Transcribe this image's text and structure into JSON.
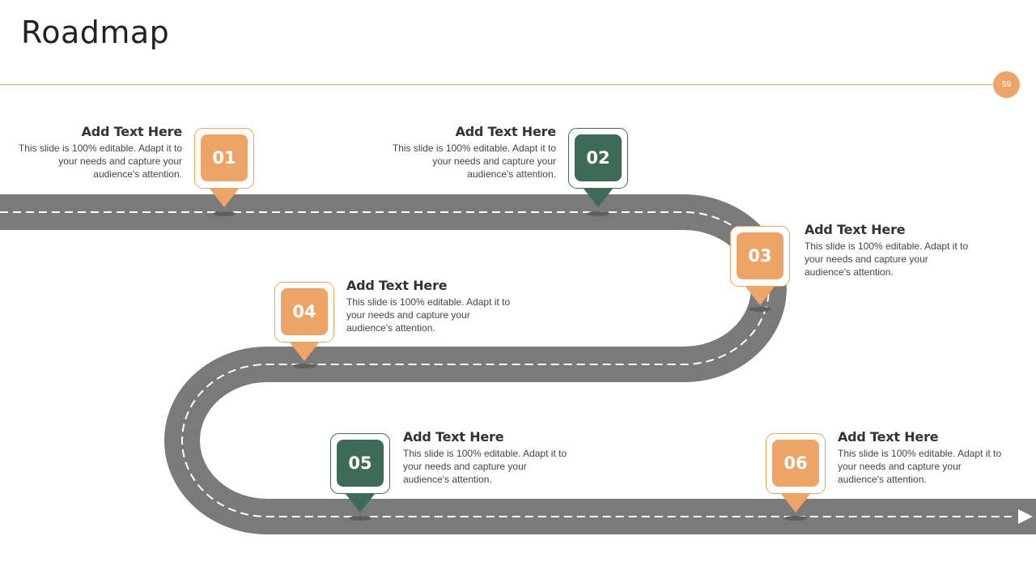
{
  "slide": {
    "title": "Roadmap",
    "page_number": "59"
  },
  "colors": {
    "orange": "#eda467",
    "green": "#3e6b58",
    "road": "#7a7a7a",
    "accent_line": "#e0a46a"
  },
  "milestones": [
    {
      "number": "01",
      "heading": "Add Text Here",
      "body": "This slide is 100% editable. Adapt it to your needs and capture your audience's attention.",
      "color": "orange"
    },
    {
      "number": "02",
      "heading": "Add Text Here",
      "body": "This slide is 100% editable. Adapt it to your needs and capture your audience's attention.",
      "color": "green"
    },
    {
      "number": "03",
      "heading": "Add Text Here",
      "body": "This slide is 100% editable. Adapt it to your needs and capture your audience's attention.",
      "color": "orange"
    },
    {
      "number": "04",
      "heading": "Add Text Here",
      "body": "This slide is 100% editable. Adapt it to your needs and capture your audience's attention.",
      "color": "orange"
    },
    {
      "number": "05",
      "heading": "Add Text Here",
      "body": "This slide is 100% editable. Adapt it to your needs and capture your audience's attention.",
      "color": "green"
    },
    {
      "number": "06",
      "heading": "Add Text Here",
      "body": "This slide is 100% editable. Adapt it to your needs and capture your audience's attention.",
      "color": "orange"
    }
  ]
}
